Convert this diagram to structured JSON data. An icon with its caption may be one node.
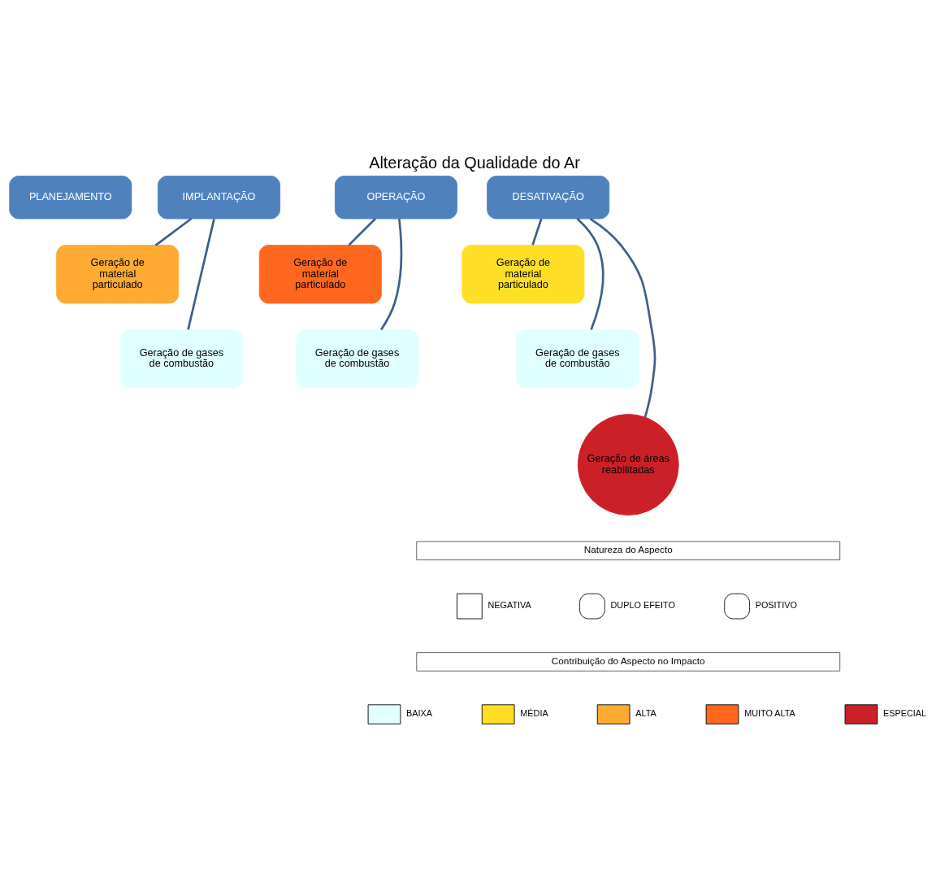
{
  "diagram": {
    "title": "Alteração da Qualidade do Ar",
    "nodes": [
      {
        "text": [
          "PLANEJAMENTO"
        ]
      },
      {
        "text": [
          "IMPLANTAÇÃO"
        ]
      },
      {
        "text": [
          "OPERAÇÃO"
        ]
      },
      {
        "text": [
          "DESATIVAÇÃO"
        ]
      },
      {
        "text": [
          "Geração de material particulado"
        ]
      },
      {
        "text": [
          "Geração de gases de combustão"
        ]
      },
      {
        "text": [
          "Geração de material particulado"
        ]
      },
      {
        "text": [
          "Geração de gases de combustão"
        ]
      },
      {
        "text": [
          "Geração de material particulado"
        ]
      },
      {
        "text": [
          "Geração de gases de combustão"
        ]
      },
      {
        "text": [
          "Geração de áreas reabilitadas"
        ]
      }
    ],
    "edges": [
      {
        "from": 1,
        "to": 4,
        "arrow": "none"
      },
      {
        "from": 1,
        "to": 5,
        "arrow": "none"
      },
      {
        "from": 2,
        "to": 6,
        "arrow": "none"
      },
      {
        "from": 2,
        "to": 7,
        "arrow": "none"
      },
      {
        "from": 3,
        "to": 8,
        "arrow": "none"
      },
      {
        "from": 3,
        "to": 9,
        "arrow": "none"
      },
      {
        "from": 3,
        "to": 10,
        "arrow": "none"
      }
    ],
    "labels": [
      "Natureza do Aspecto",
      "Contribuição do Aspecto no Impacto"
    ],
    "legend": [
      {
        "text": "NEGATIVA"
      },
      {
        "text": "DUPLO EFEITO"
      },
      {
        "text": "POSITIVO"
      },
      {
        "text": "BAIXA",
        "color": "#e0ffff"
      },
      {
        "text": "MÉDIA",
        "color": "#ffdf26"
      },
      {
        "text": "ALTA",
        "color": "#ffab33"
      },
      {
        "text": "MUITO ALTA",
        "color": "#ff671f"
      },
      {
        "text": "ESPECIAL",
        "color": "#cc2029"
      }
    ]
  }
}
